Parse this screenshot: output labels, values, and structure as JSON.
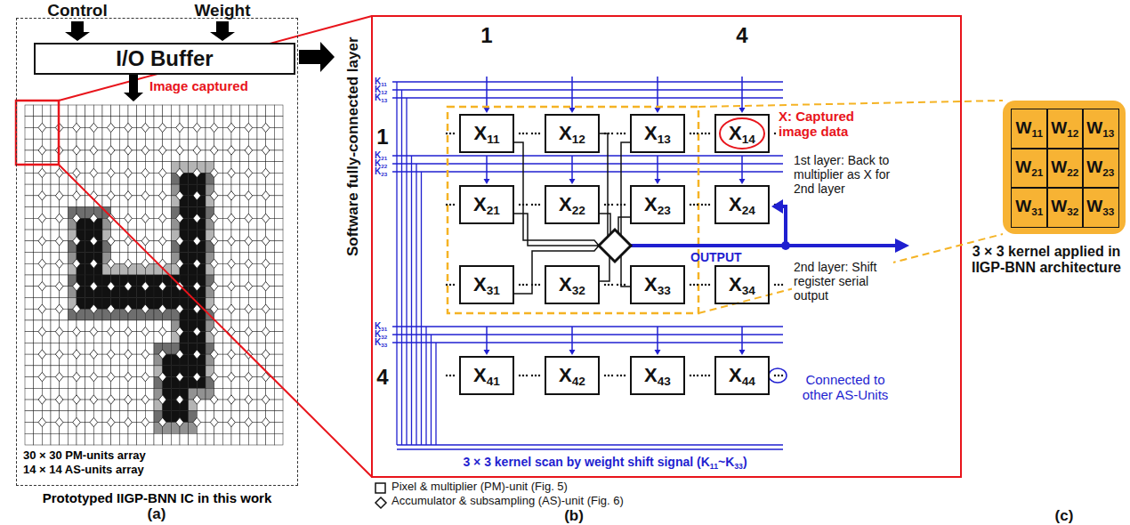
{
  "diagram": {
    "nodes": [
      {
        "text": [
          "30 × 30 PM-units array",
          "14 × 14 AS-units array",
          "Prototyped IIGP-BNN IC in this work"
        ]
      },
      {
        "text": [
          "I/O Buffer"
        ],
        "in": 0
      },
      {
        "text": [
          "X11"
        ]
      },
      {
        "text": [
          "X12"
        ]
      },
      {
        "text": [
          "X13"
        ]
      },
      {
        "text": [
          "X14"
        ]
      },
      {
        "text": [
          "X21"
        ]
      },
      {
        "text": [
          "X22"
        ]
      },
      {
        "text": [
          "X23"
        ]
      },
      {
        "text": [
          "X24"
        ]
      },
      {
        "text": [
          "X31"
        ]
      },
      {
        "text": [
          "X32"
        ]
      },
      {
        "text": [
          "X33"
        ]
      },
      {
        "text": [
          "X34"
        ]
      },
      {
        "text": [
          "X41"
        ]
      },
      {
        "text": [
          "X42"
        ]
      },
      {
        "text": [
          "X43"
        ]
      },
      {
        "text": [
          "X44"
        ]
      },
      {
        "text": [
          "W11"
        ]
      },
      {
        "text": [
          "W12"
        ]
      },
      {
        "text": [
          "W13"
        ]
      },
      {
        "text": [
          "W21"
        ]
      },
      {
        "text": [
          "W22"
        ]
      },
      {
        "text": [
          "W23"
        ]
      },
      {
        "text": [
          "W31"
        ]
      },
      {
        "text": [
          "W32"
        ]
      },
      {
        "text": [
          "W33"
        ]
      }
    ],
    "labels": [
      "Control",
      "Weight",
      "Image captured",
      "(a)",
      "Software fully-connected layer",
      "1",
      "4",
      "K11",
      "K12",
      "K13",
      "1",
      "X: Captured image data",
      "K21",
      "K22",
      "K23",
      "1st layer: Back to multiplier as X for 2nd layer",
      "OUTPUT",
      "2nd layer: Shift register serial output",
      "K31",
      "K32",
      "K33",
      "4",
      "Connected to other AS-Units",
      "3 × 3 kernel scan by weight shift signal (K11~K33)",
      "(b)",
      "3 × 3 kernel applied in IIGP-BNN architecture",
      "(c)"
    ],
    "legend": [
      {
        "text": "Pixel & multiplier (PM)-unit (Fig. 5)"
      },
      {
        "text": "Accumulator & subsampling (AS)-unit (Fig. 6)"
      }
    ]
  }
}
